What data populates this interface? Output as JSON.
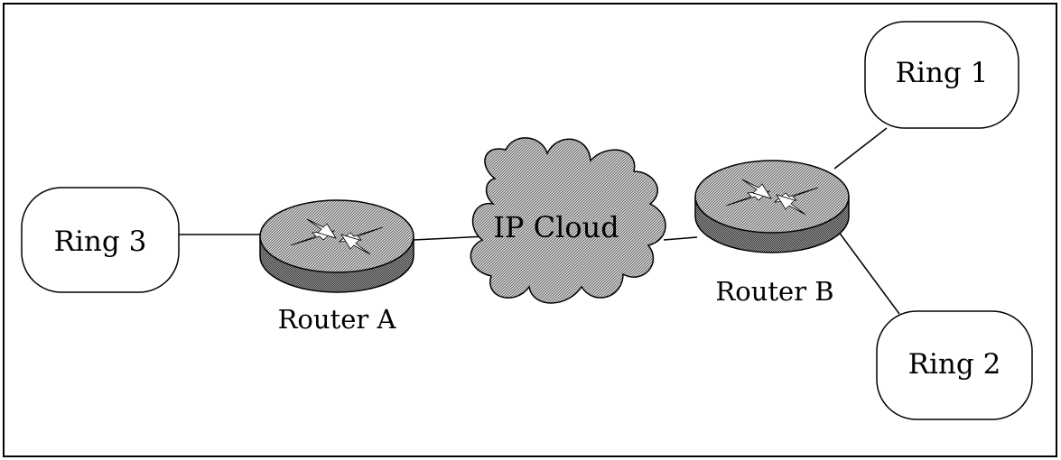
{
  "diagram": {
    "nodes": [
      {
        "id": "ring3",
        "kind": "ring",
        "label": "Ring 3"
      },
      {
        "id": "router_a",
        "kind": "router",
        "label": "Router A"
      },
      {
        "id": "ip_cloud",
        "kind": "cloud",
        "label": "IP Cloud"
      },
      {
        "id": "router_b",
        "kind": "router",
        "label": "Router B"
      },
      {
        "id": "ring1",
        "kind": "ring",
        "label": "Ring 1"
      },
      {
        "id": "ring2",
        "kind": "ring",
        "label": "Ring 2"
      }
    ],
    "links": [
      {
        "from": "ring3",
        "to": "router_a"
      },
      {
        "from": "router_a",
        "to": "ip_cloud"
      },
      {
        "from": "ip_cloud",
        "to": "router_b"
      },
      {
        "from": "router_b",
        "to": "ring1"
      },
      {
        "from": "router_b",
        "to": "ring2"
      }
    ],
    "colors": {
      "stroke": "#000000",
      "background": "#ffffff",
      "fill_gray": "#a8a8a8",
      "arrow": "#ffffff"
    }
  }
}
